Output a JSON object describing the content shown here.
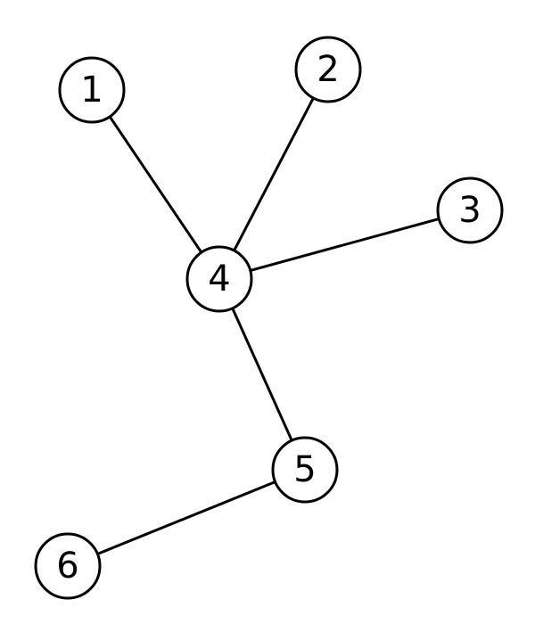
{
  "graph": {
    "nodes": [
      {
        "id": "1",
        "label": "1"
      },
      {
        "id": "2",
        "label": "2"
      },
      {
        "id": "3",
        "label": "3"
      },
      {
        "id": "4",
        "label": "4"
      },
      {
        "id": "5",
        "label": "5"
      },
      {
        "id": "6",
        "label": "6"
      }
    ],
    "edges": [
      [
        "1",
        "4"
      ],
      [
        "2",
        "4"
      ],
      [
        "3",
        "4"
      ],
      [
        "4",
        "5"
      ],
      [
        "5",
        "6"
      ]
    ]
  }
}
